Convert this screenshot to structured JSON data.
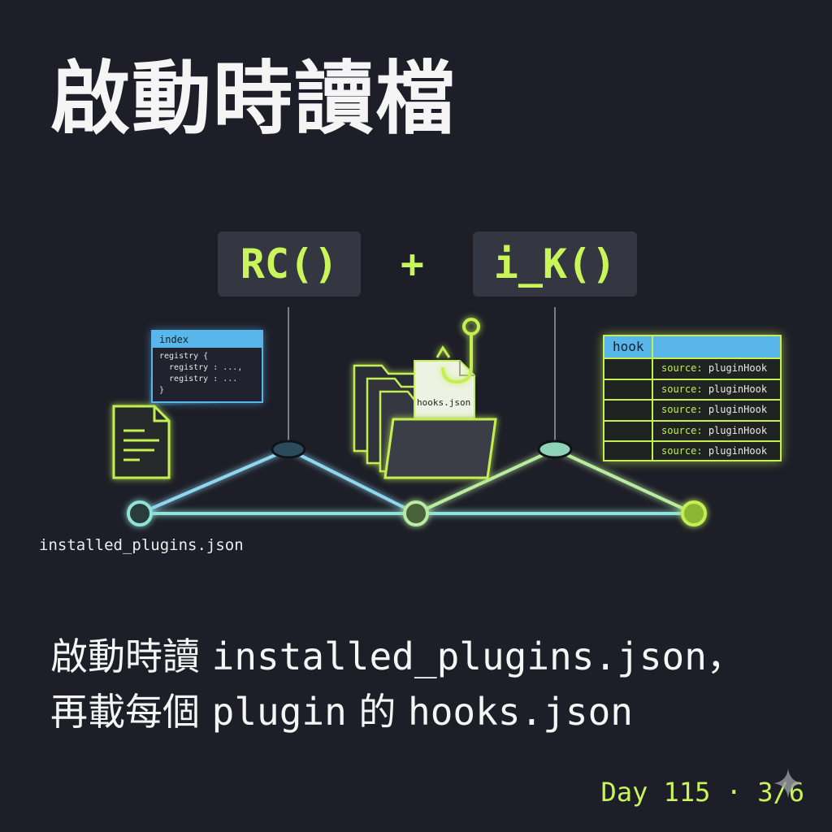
{
  "title": "啟動時讀檔",
  "functions": {
    "left": "RC()",
    "plus": "+",
    "right": "i_K()"
  },
  "index_panel": {
    "header": "index",
    "lines": [
      "registry {",
      "  registry : ...,",
      "  registry : ...",
      "}"
    ]
  },
  "hooks_file": "hooks.json",
  "hook_table": {
    "header": "hook",
    "key": "source:",
    "rows": [
      "pluginHook",
      "pluginHook",
      "pluginHook",
      "pluginHook",
      "pluginHook"
    ]
  },
  "file_label": "installed_plugins.json",
  "caption": {
    "line1_cjk": "啟動時讀",
    "line1_code": "installed_plugins.json",
    "line1_punct": "，",
    "line2_cjk1": "再載每個",
    "line2_code1": "plugin",
    "line2_cjk2": "的",
    "line2_code2": "hooks.json"
  },
  "footer": "Day 115 · 3/6",
  "colors": {
    "accent": "#c9f45a",
    "blue": "#58b6ea",
    "teal": "#7fe3d0",
    "background": "#1d1e27"
  }
}
